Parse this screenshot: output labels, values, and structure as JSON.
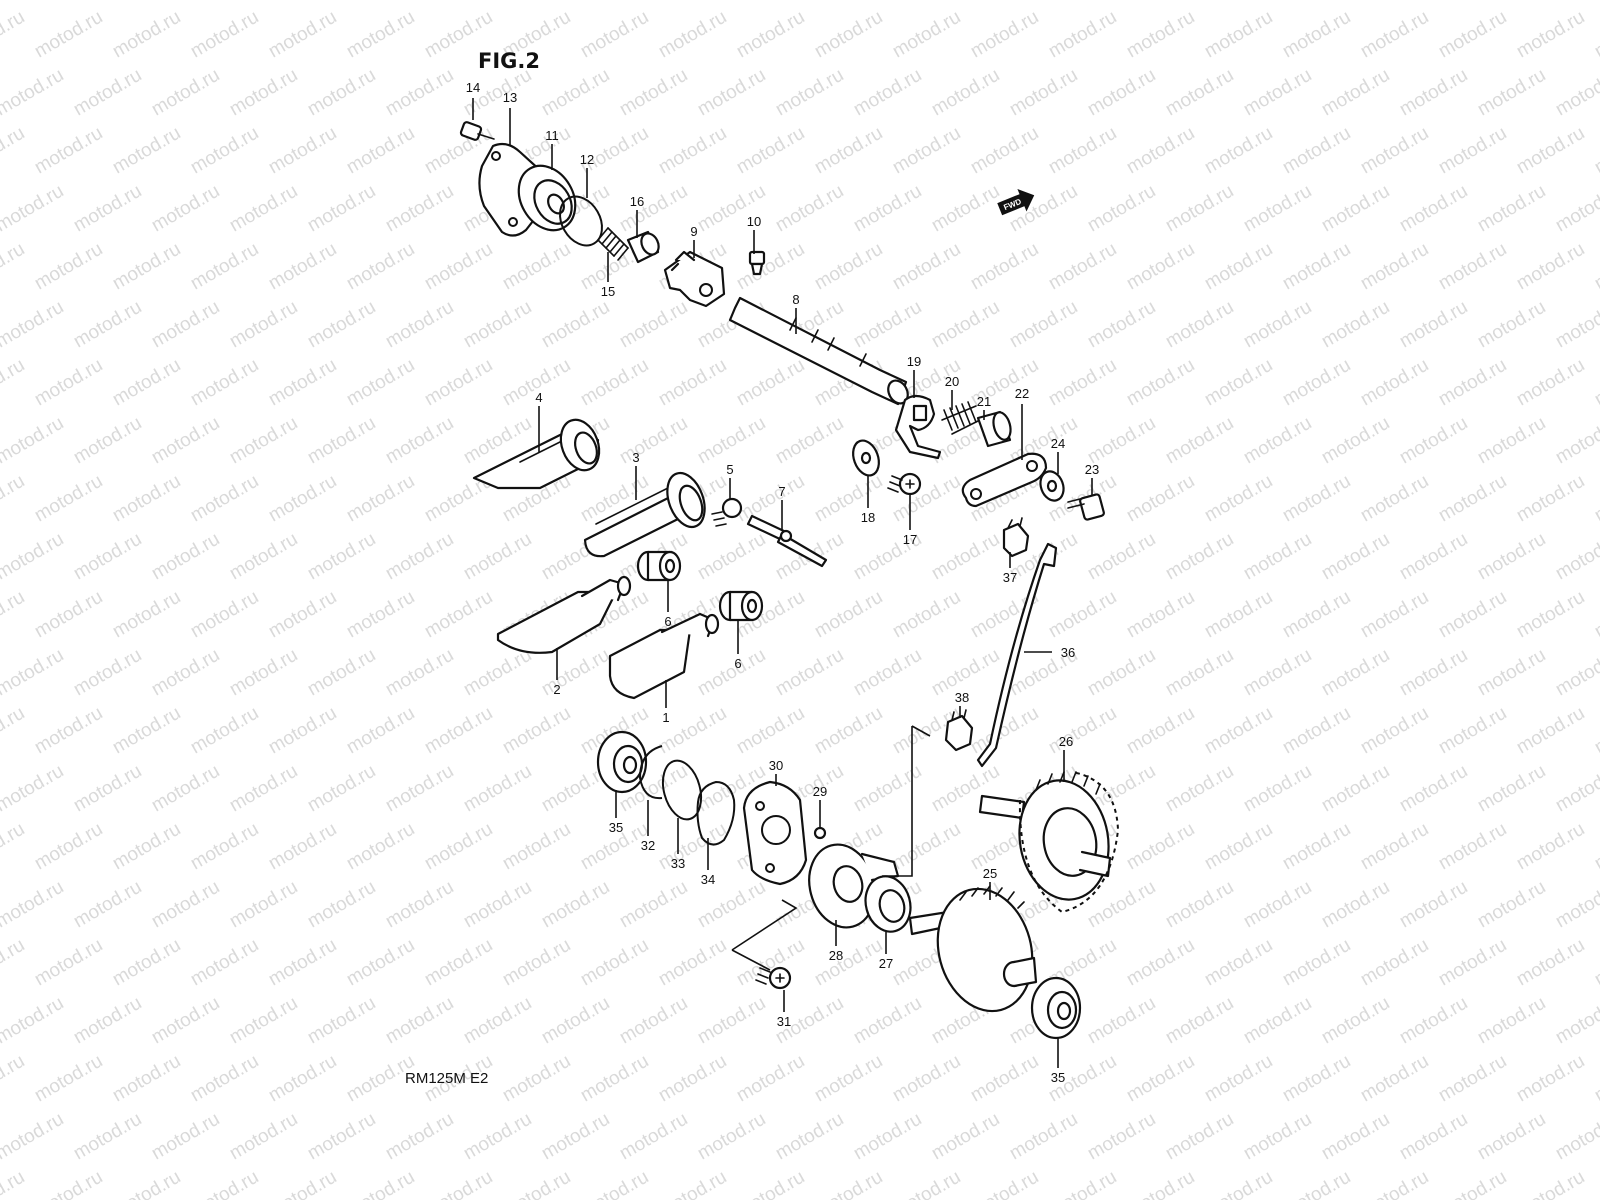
{
  "figure": {
    "title": "FIG.2",
    "model": "RM125M E2"
  },
  "watermark": {
    "text": "motod.ru"
  },
  "direction_marker": {
    "text": "FWD"
  },
  "callouts": {
    "c1": "1",
    "c2": "2",
    "c3": "3",
    "c4": "4",
    "c5": "5",
    "c6a": "6",
    "c6b": "6",
    "c7": "7",
    "c8": "8",
    "c9": "9",
    "c10": "10",
    "c11": "11",
    "c12": "12",
    "c13": "13",
    "c14": "14",
    "c15": "15",
    "c16": "16",
    "c17": "17",
    "c18": "18",
    "c19": "19",
    "c20": "20",
    "c21": "21",
    "c22": "22",
    "c23": "23",
    "c24": "24",
    "c25": "25",
    "c26": "26",
    "c27": "27",
    "c28": "28",
    "c29": "29",
    "c30": "30",
    "c31": "31",
    "c32": "32",
    "c33": "33",
    "c34": "34",
    "c35a": "35",
    "c35b": "35",
    "c36": "36",
    "c37": "37",
    "c38": "38"
  },
  "colors": {
    "line": "#111111",
    "background": "#ffffff",
    "watermark": "#8a8a8a"
  }
}
